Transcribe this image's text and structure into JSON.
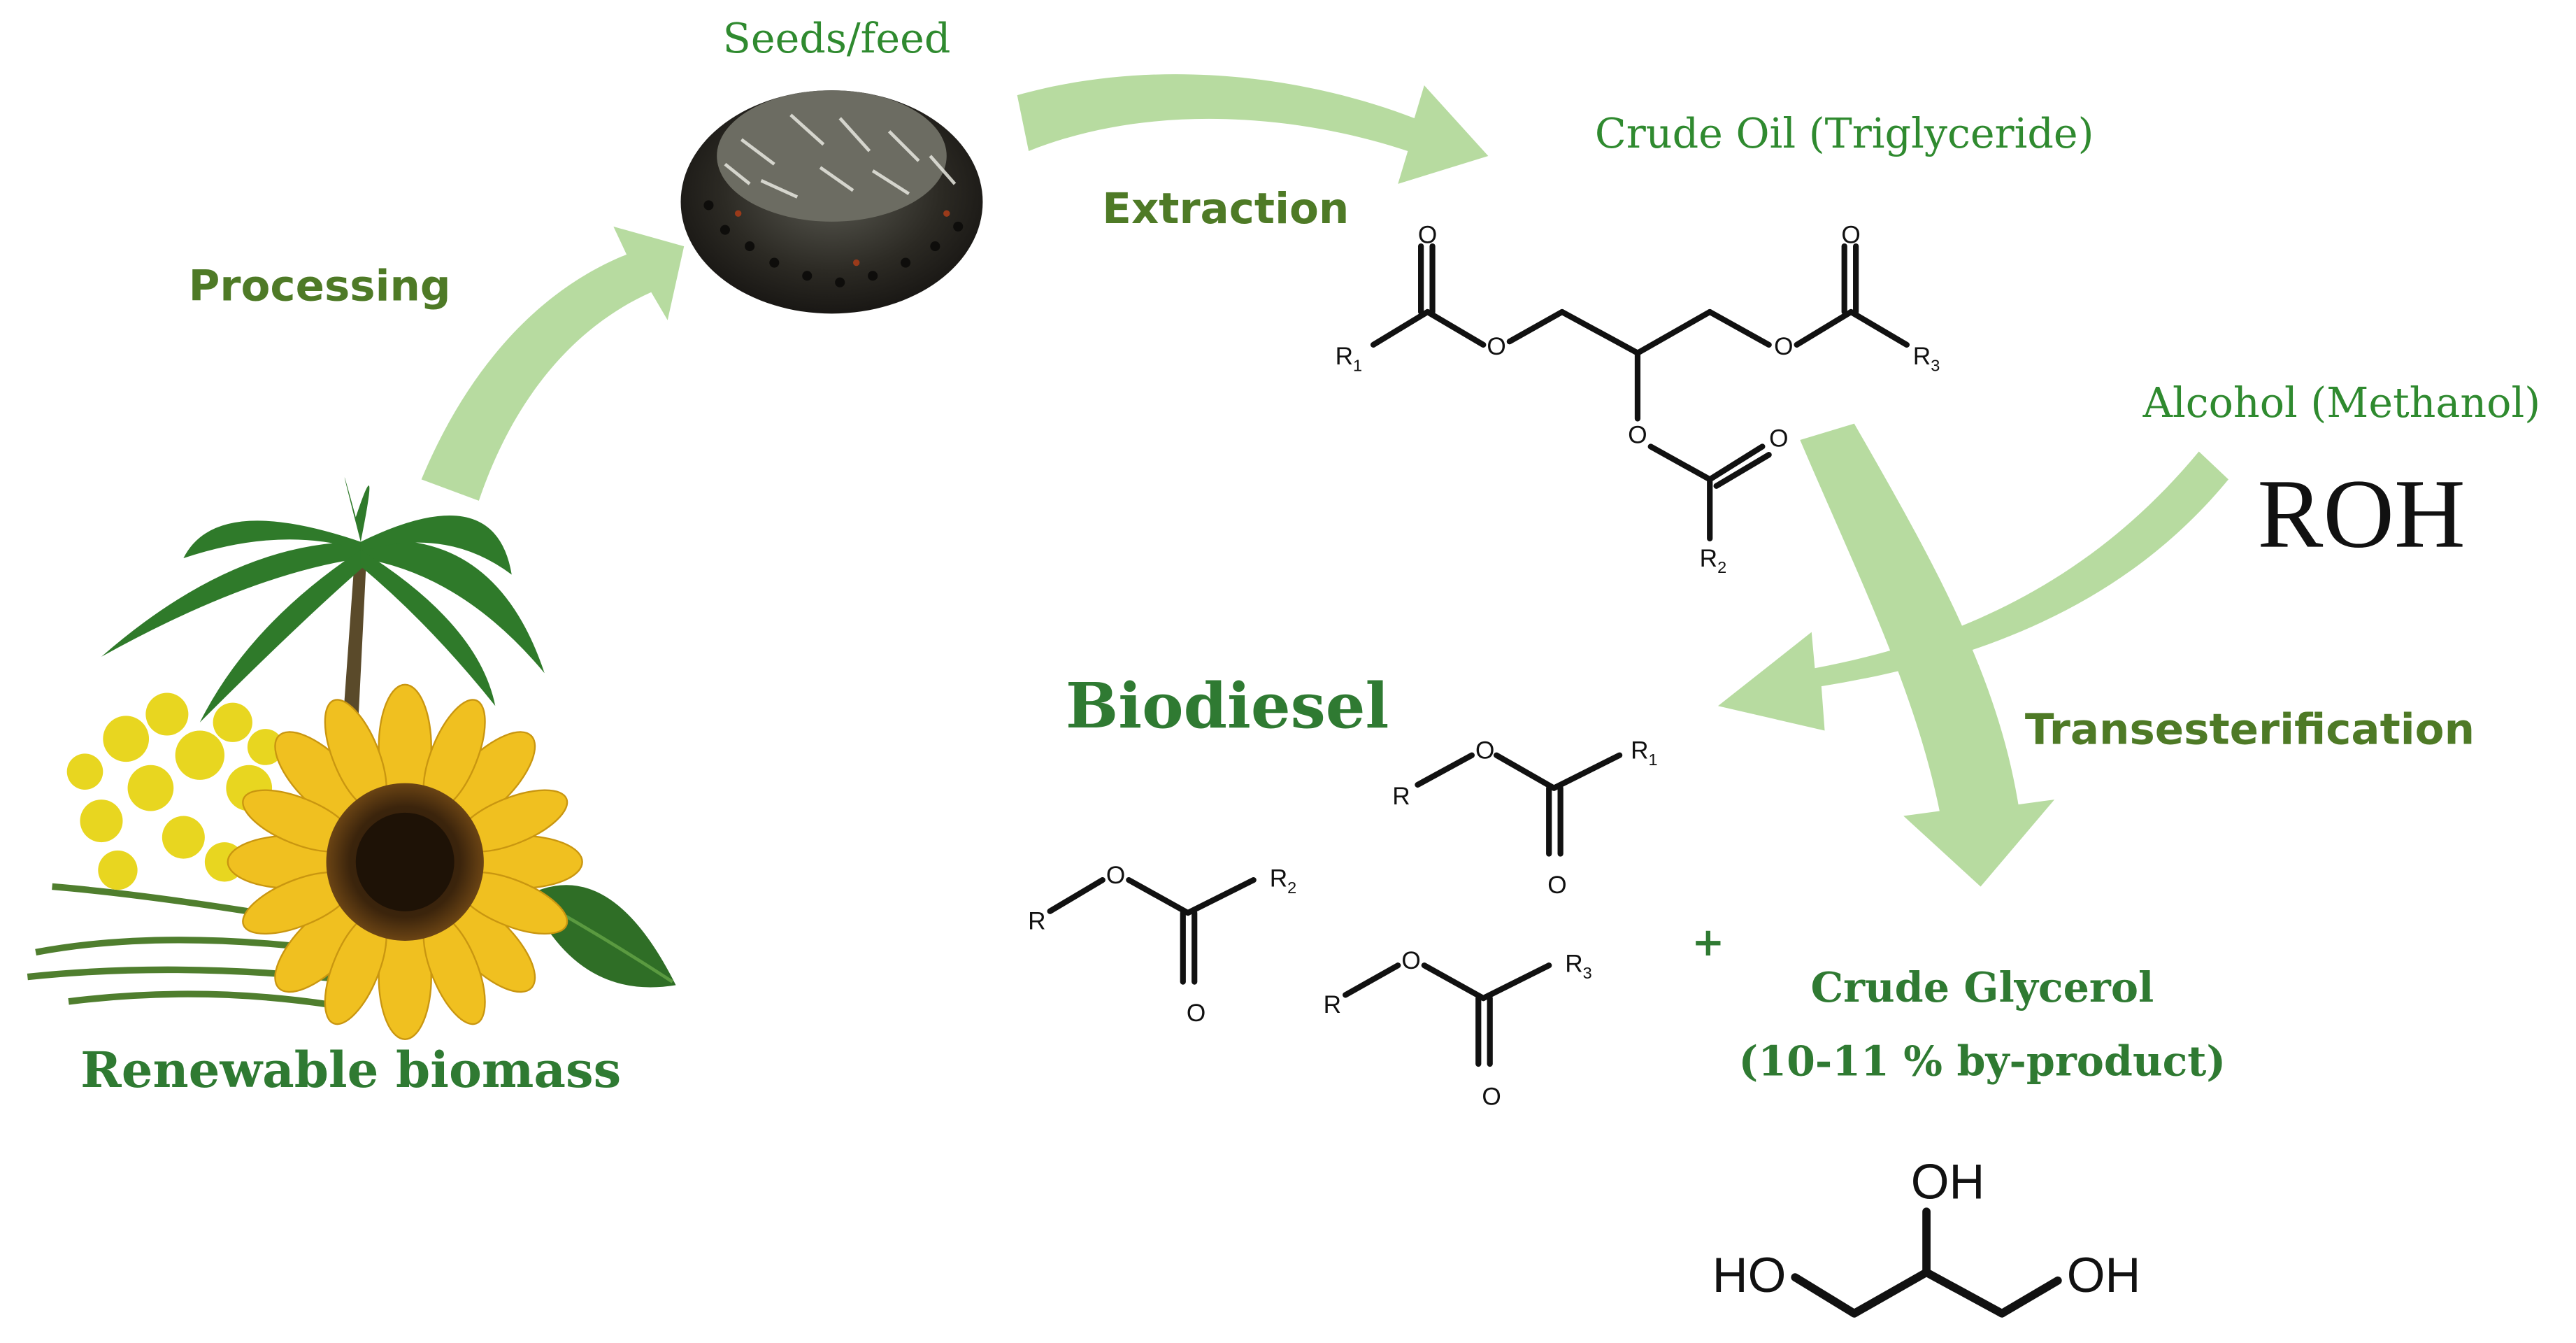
{
  "labels": {
    "seeds_feed": "Seeds/feed",
    "processing": "Processing",
    "extraction": "Extraction",
    "crude_oil": "Crude Oil (Triglyceride)",
    "alcohol": "Alcohol (Methanol)",
    "roh": "ROH",
    "biodiesel": "Biodiesel",
    "transesterification": "Transesterification",
    "plus": "+",
    "crude_glycerol": "Crude Glycerol",
    "by_product": "(10-11 % by-product)",
    "renewable_biomass": "Renewable biomass"
  },
  "triglyceride": {
    "o_top_left": "O",
    "o_top_right": "O",
    "o_ester_left": "O",
    "o_ester_right": "O",
    "o_ester_mid": "O",
    "o_carbonyl_mid": "O",
    "r1": "R1",
    "r2": "R2",
    "r3": "R3"
  },
  "esters": {
    "e1": {
      "r": "R",
      "o_ester": "O",
      "o_carbonyl": "O",
      "chain": "R1"
    },
    "e2": {
      "r": "R",
      "o_ester": "O",
      "o_carbonyl": "O",
      "chain": "R2"
    },
    "e3": {
      "r": "R",
      "o_ester": "O",
      "o_carbonyl": "O",
      "chain": "R3"
    }
  },
  "glycerol": {
    "oh_top": "OH",
    "ho_left": "HO",
    "oh_right": "OH"
  },
  "colors": {
    "arrow": "#b7dba0",
    "label_green": "#4e7a26",
    "title_green": "#2f7a32"
  },
  "icons": [
    "seed-pile-image",
    "biomass-plants-image"
  ]
}
